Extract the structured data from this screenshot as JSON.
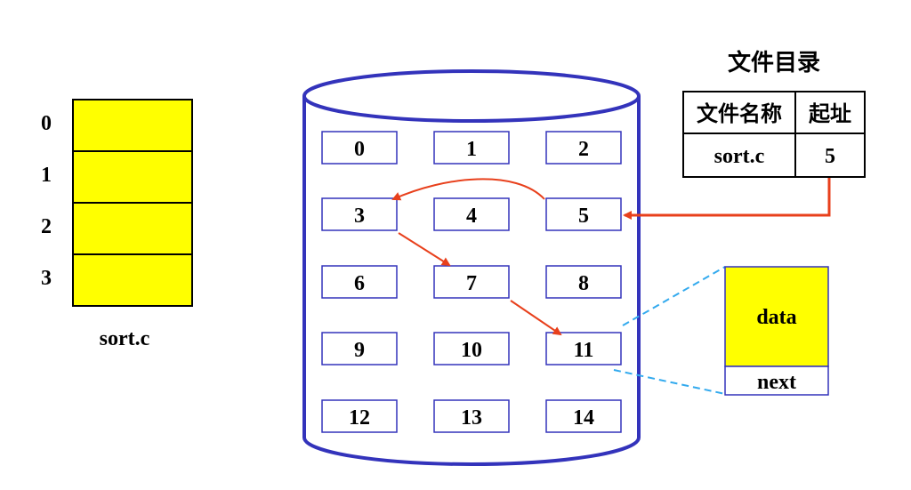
{
  "file_blocks": {
    "indices": [
      "0",
      "1",
      "2",
      "3"
    ],
    "caption": "sort.c",
    "fill_color": "#FFFF00"
  },
  "disk": {
    "blocks": [
      "0",
      "1",
      "2",
      "3",
      "4",
      "5",
      "6",
      "7",
      "8",
      "9",
      "10",
      "11",
      "12",
      "13",
      "14"
    ],
    "outline_color": "#3333BB",
    "chain": [
      "5",
      "3",
      "7",
      "11"
    ],
    "arrow_color": "#E8401C"
  },
  "directory": {
    "title": "文件目录",
    "headers": [
      "文件名称",
      "起址"
    ],
    "rows": [
      {
        "name": "sort.c",
        "start": "5"
      }
    ]
  },
  "block_detail": {
    "data_label": "data",
    "next_label": "next",
    "data_color": "#FFFF00",
    "link_color": "#33AAEE"
  }
}
